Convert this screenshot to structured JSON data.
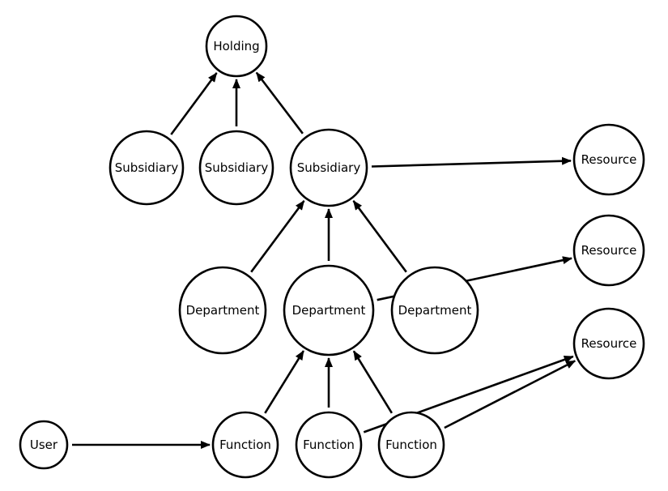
{
  "nodes": [
    {
      "id": "holding",
      "label": "Holding"
    },
    {
      "id": "subsidiary-1",
      "label": "Subsidiary"
    },
    {
      "id": "subsidiary-2",
      "label": "Subsidiary"
    },
    {
      "id": "subsidiary-3",
      "label": "Subsidiary"
    },
    {
      "id": "resource-1",
      "label": "Resource"
    },
    {
      "id": "resource-2",
      "label": "Resource"
    },
    {
      "id": "resource-3",
      "label": "Resource"
    },
    {
      "id": "department-1",
      "label": "Department"
    },
    {
      "id": "department-2",
      "label": "Department"
    },
    {
      "id": "department-3",
      "label": "Department"
    },
    {
      "id": "user",
      "label": "User"
    },
    {
      "id": "function-1",
      "label": "Function"
    },
    {
      "id": "function-2",
      "label": "Function"
    },
    {
      "id": "function-3",
      "label": "Function"
    }
  ],
  "edges": [
    {
      "from": "subsidiary-1",
      "to": "holding"
    },
    {
      "from": "subsidiary-2",
      "to": "holding"
    },
    {
      "from": "subsidiary-3",
      "to": "holding"
    },
    {
      "from": "subsidiary-3",
      "to": "resource-1"
    },
    {
      "from": "department-1",
      "to": "subsidiary-3"
    },
    {
      "from": "department-2",
      "to": "subsidiary-3"
    },
    {
      "from": "department-3",
      "to": "subsidiary-3"
    },
    {
      "from": "department-2",
      "to": "resource-2"
    },
    {
      "from": "function-1",
      "to": "department-2"
    },
    {
      "from": "function-2",
      "to": "department-2"
    },
    {
      "from": "function-3",
      "to": "department-2"
    },
    {
      "from": "function-2",
      "to": "resource-3"
    },
    {
      "from": "function-3",
      "to": "resource-3"
    },
    {
      "from": "user",
      "to": "function-1"
    }
  ]
}
